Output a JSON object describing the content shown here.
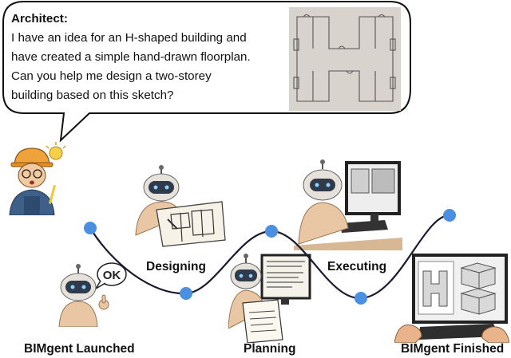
{
  "bubble": {
    "speaker": "Architect:",
    "lines": [
      "I have an idea for an H-shaped building and",
      "have created a simple hand-drawn floorplan.",
      "Can you help me design a two-storey",
      "building based on this sketch?"
    ]
  },
  "stages": {
    "launched": "BIMgent Launched",
    "designing": "Designing",
    "planning": "Planning",
    "executing": "Executing",
    "finished": "BIMgent Finished"
  },
  "bubbles_small": {
    "ok": "OK"
  },
  "colors": {
    "node": "#4a8fe0",
    "curve": "#1b1b2f",
    "robot_body": "#e9c7a4",
    "robot_head": "#2f3a4a",
    "monitor": "#2a2a2a"
  }
}
